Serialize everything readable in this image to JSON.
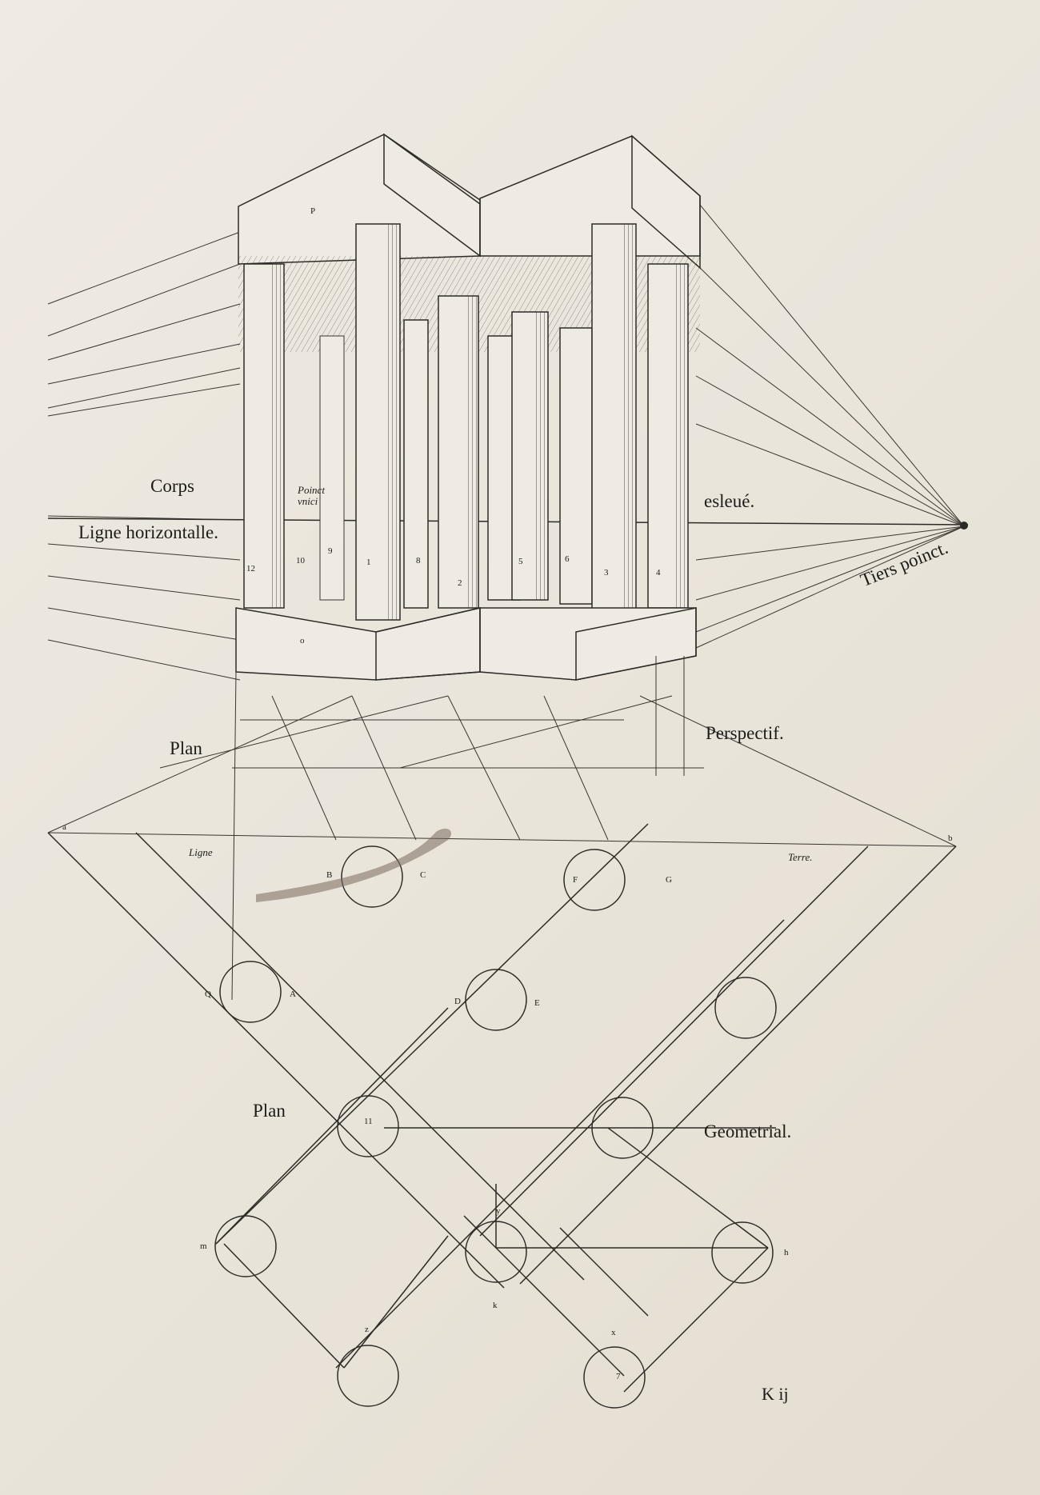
{
  "labels": {
    "corps": "Corps",
    "ligne_horizontalle": "Ligne horizontalle.",
    "esleve": "esleué.",
    "point_vnici": "Poinct vnici",
    "tiers_poinct": "Tiers poinct.",
    "plan_top": "Plan",
    "perspectif": "Perspectif.",
    "ligne": "Ligne",
    "terre": "Terre.",
    "plan_bottom": "Plan",
    "geometrial": "Geometrial.",
    "page_number": "K ij"
  },
  "letters": {
    "p": "P",
    "o": "o",
    "a": "a",
    "b": "b",
    "B": "B",
    "C": "C",
    "F": "F",
    "G": "G",
    "D": "D",
    "E": "E",
    "A": "A",
    "Q": "Q",
    "y": "y",
    "k": "k",
    "z": "z",
    "x": "x",
    "m": "m",
    "h": "h"
  },
  "column_numbers": [
    "1",
    "2",
    "3",
    "4",
    "5",
    "6",
    "7",
    "8",
    "9",
    "10",
    "11",
    "12"
  ],
  "colors": {
    "ink": "#2e2a26",
    "paper": "#efeae2",
    "stain": "#7a6a5c"
  }
}
